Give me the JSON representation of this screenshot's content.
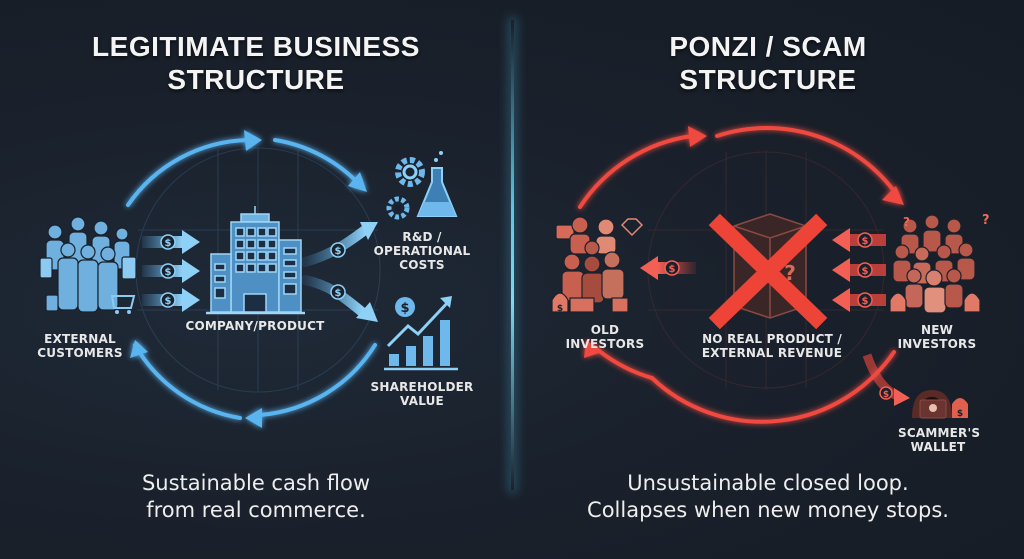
{
  "colors": {
    "background": "#1a212c",
    "legit_accent": "#5ab4f0",
    "legit_icon": "#7cc4f0",
    "scam_accent": "#f04a40",
    "scam_icon": "#d9705e",
    "divider": "#5cc6e0",
    "text": "#f2f2f2"
  },
  "left": {
    "title_line1": "LEGITIMATE BUSINESS",
    "title_line2": "STRUCTURE",
    "nodes": {
      "customers": {
        "line1": "EXTERNAL",
        "line2": "CUSTOMERS",
        "icon": "people-group-icon"
      },
      "company": {
        "label": "COMPANY/PRODUCT",
        "icon": "building-icon"
      },
      "costs": {
        "line1": "R&D /",
        "line2": "OPERATIONAL",
        "line3": "COSTS",
        "icon": "gears-flask-icon"
      },
      "shareholder": {
        "line1": "SHAREHOLDER",
        "line2": "VALUE",
        "icon": "growth-chart-icon"
      }
    },
    "flows": {
      "customers_to_company": 3,
      "company_to_outputs": 2,
      "currency_symbol": "$"
    },
    "caption_line1": "Sustainable cash flow",
    "caption_line2": "from real commerce."
  },
  "right": {
    "title_line1": "PONZI / SCAM",
    "title_line2": "STRUCTURE",
    "nodes": {
      "old_investors": {
        "label": "OLD INVESTORS",
        "icon": "wealthy-people-icon"
      },
      "no_product": {
        "line1": "NO REAL PRODUCT /",
        "line2": "EXTERNAL REVENUE",
        "icon": "crossed-box-icon",
        "mark": "?"
      },
      "new_investors": {
        "label": "NEW INVESTORS",
        "icon": "confused-people-icon",
        "mark": "?"
      },
      "scammer": {
        "line1": "SCAMMER'S",
        "line2": "WALLET",
        "icon": "hooded-hacker-icon"
      }
    },
    "flows": {
      "new_to_center": 3,
      "center_to_old": 1,
      "to_scammer": 1,
      "currency_symbol": "$"
    },
    "caption_line1": "Unsustainable closed loop.",
    "caption_line2": "Collapses when new money stops."
  }
}
